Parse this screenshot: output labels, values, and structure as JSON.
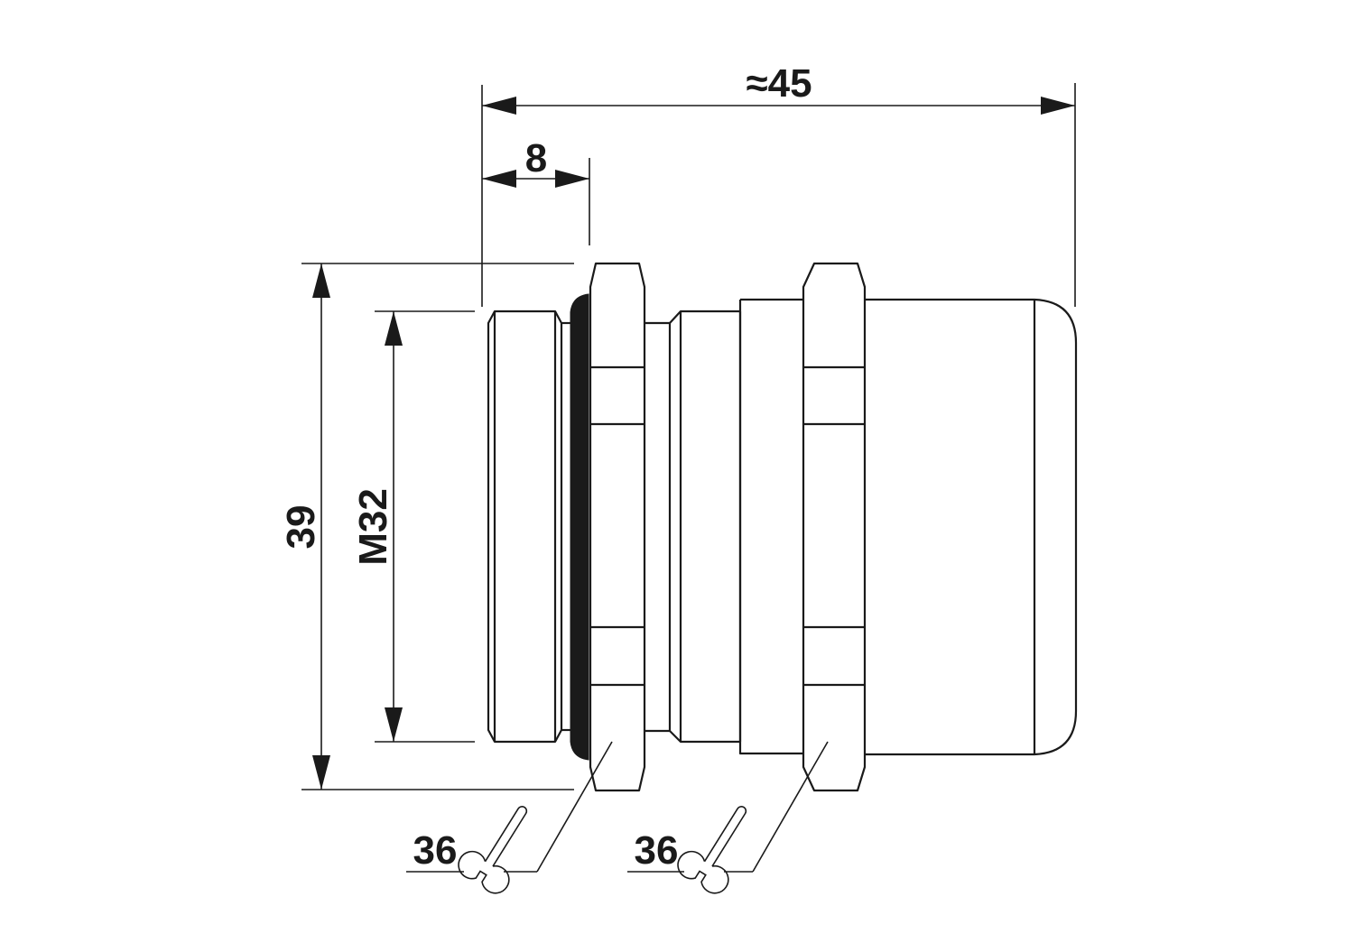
{
  "dimensions": {
    "overall_length": "≈45",
    "thread_length": "8",
    "outer_height": "39",
    "thread_size": "M32"
  },
  "wrench_sizes": {
    "locknut": "36",
    "cap_nut": "36"
  },
  "colors": {
    "line": "#1a1a1a",
    "background": "#ffffff"
  },
  "icons": {
    "wrench": "open-end-wrench-icon"
  }
}
